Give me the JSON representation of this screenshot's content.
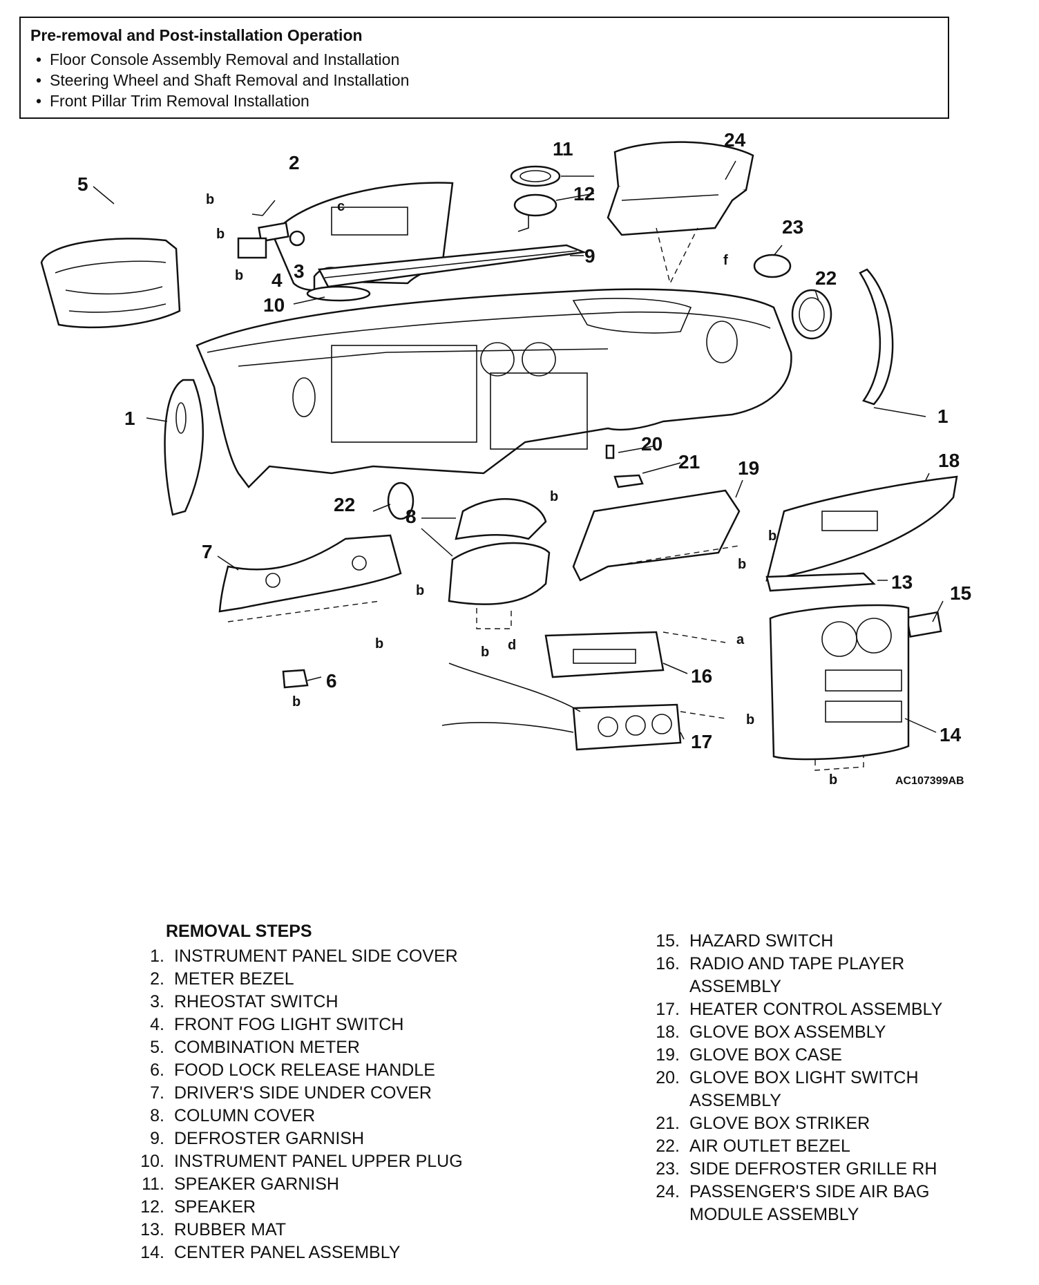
{
  "pre_op": {
    "title": "Pre-removal and Post-installation Operation",
    "items": [
      "Floor Console Assembly Removal and Installation",
      "Steering Wheel and Shaft Removal and Installation",
      "Front Pillar Trim Removal Installation"
    ]
  },
  "callouts": [
    "1",
    "2",
    "3",
    "4",
    "5",
    "6",
    "7",
    "8",
    "9",
    "10",
    "11",
    "12",
    "13",
    "14",
    "15",
    "16",
    "17",
    "18",
    "19",
    "20",
    "21",
    "22",
    "23",
    "24"
  ],
  "fastener_letters": {
    "a": "a",
    "b": "b",
    "c": "c",
    "d": "d",
    "f": "f"
  },
  "figure_code": "AC107399AB",
  "removal_steps": {
    "title": "REMOVAL STEPS",
    "left": [
      {
        "n": "1.",
        "t": "INSTRUMENT PANEL SIDE COVER"
      },
      {
        "n": "2.",
        "t": "METER BEZEL"
      },
      {
        "n": "3.",
        "t": "RHEOSTAT SWITCH"
      },
      {
        "n": "4.",
        "t": "FRONT FOG LIGHT SWITCH"
      },
      {
        "n": "5.",
        "t": "COMBINATION METER"
      },
      {
        "n": "6.",
        "t": "FOOD LOCK RELEASE HANDLE"
      },
      {
        "n": "7.",
        "t": "DRIVER'S SIDE UNDER COVER"
      },
      {
        "n": "8.",
        "t": "COLUMN COVER"
      },
      {
        "n": "9.",
        "t": "DEFROSTER GARNISH"
      },
      {
        "n": "10.",
        "t": "INSTRUMENT PANEL UPPER PLUG"
      },
      {
        "n": "11.",
        "t": "SPEAKER GARNISH"
      },
      {
        "n": "12.",
        "t": "SPEAKER"
      },
      {
        "n": "13.",
        "t": "RUBBER MAT"
      },
      {
        "n": "14.",
        "t": "CENTER PANEL ASSEMBLY"
      }
    ],
    "right": [
      {
        "n": "15.",
        "t": "HAZARD SWITCH"
      },
      {
        "n": "16.",
        "t": "RADIO AND TAPE PLAYER\nASSEMBLY"
      },
      {
        "n": "17.",
        "t": "HEATER CONTROL ASSEMBLY"
      },
      {
        "n": "18.",
        "t": "GLOVE BOX ASSEMBLY"
      },
      {
        "n": "19.",
        "t": "GLOVE BOX CASE"
      },
      {
        "n": "20.",
        "t": "GLOVE BOX LIGHT SWITCH\nASSEMBLY"
      },
      {
        "n": "21.",
        "t": "GLOVE BOX STRIKER"
      },
      {
        "n": "22.",
        "t": "AIR OUTLET BEZEL"
      },
      {
        "n": "23.",
        "t": "SIDE DEFROSTER GRILLE RH"
      },
      {
        "n": "24.",
        "t": "PASSENGER'S SIDE AIR BAG\nMODULE ASSEMBLY"
      }
    ]
  }
}
